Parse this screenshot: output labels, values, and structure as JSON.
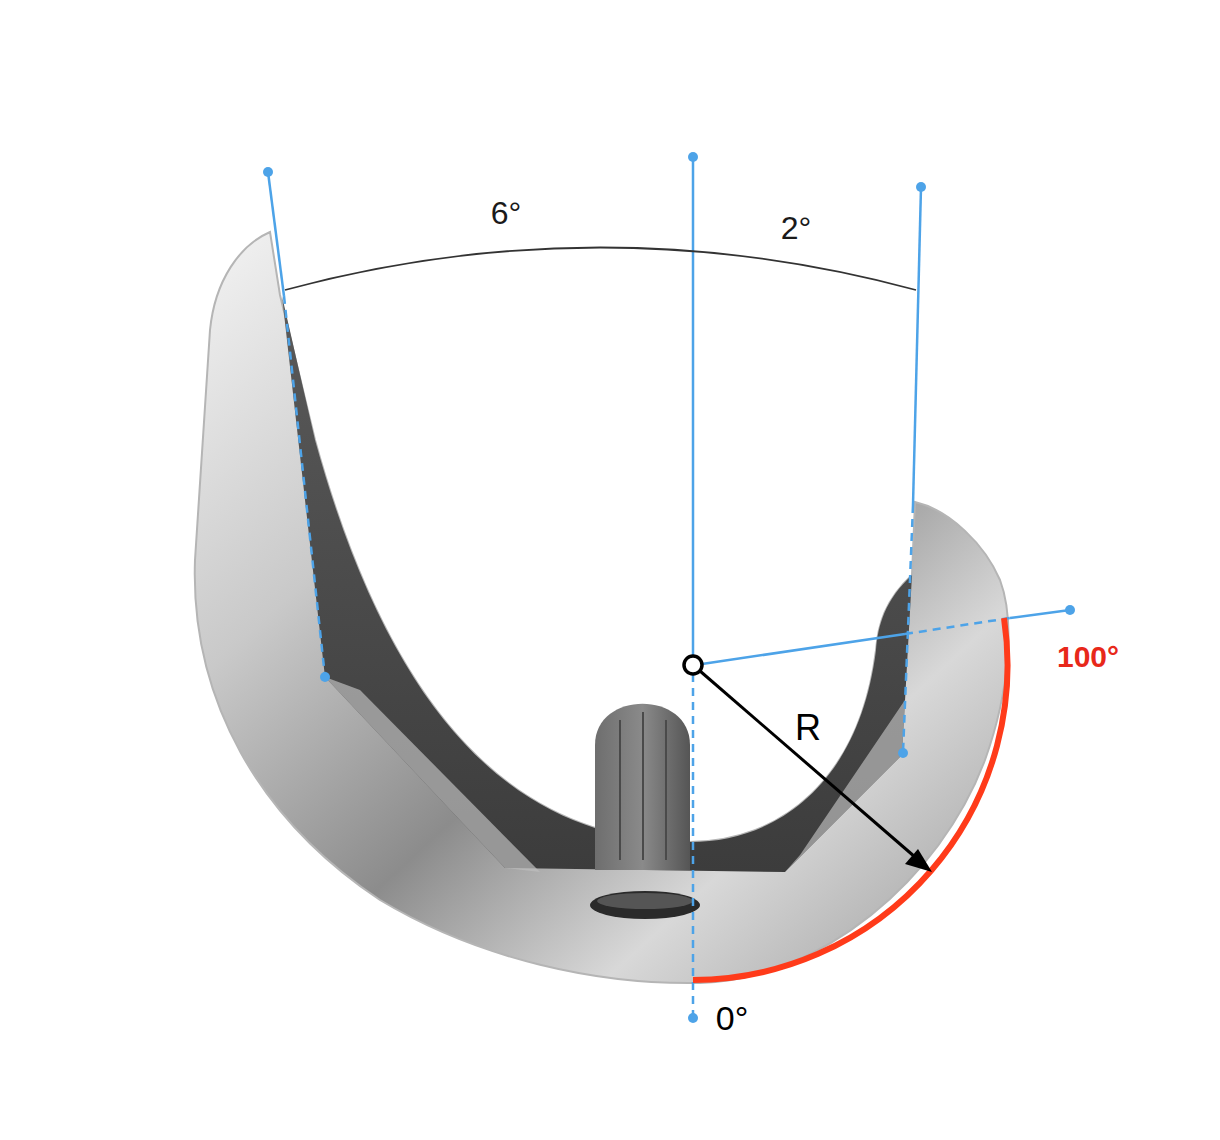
{
  "diagram": {
    "labels": [
      "6°",
      "2°",
      "R",
      "100°",
      "0°"
    ]
  }
}
